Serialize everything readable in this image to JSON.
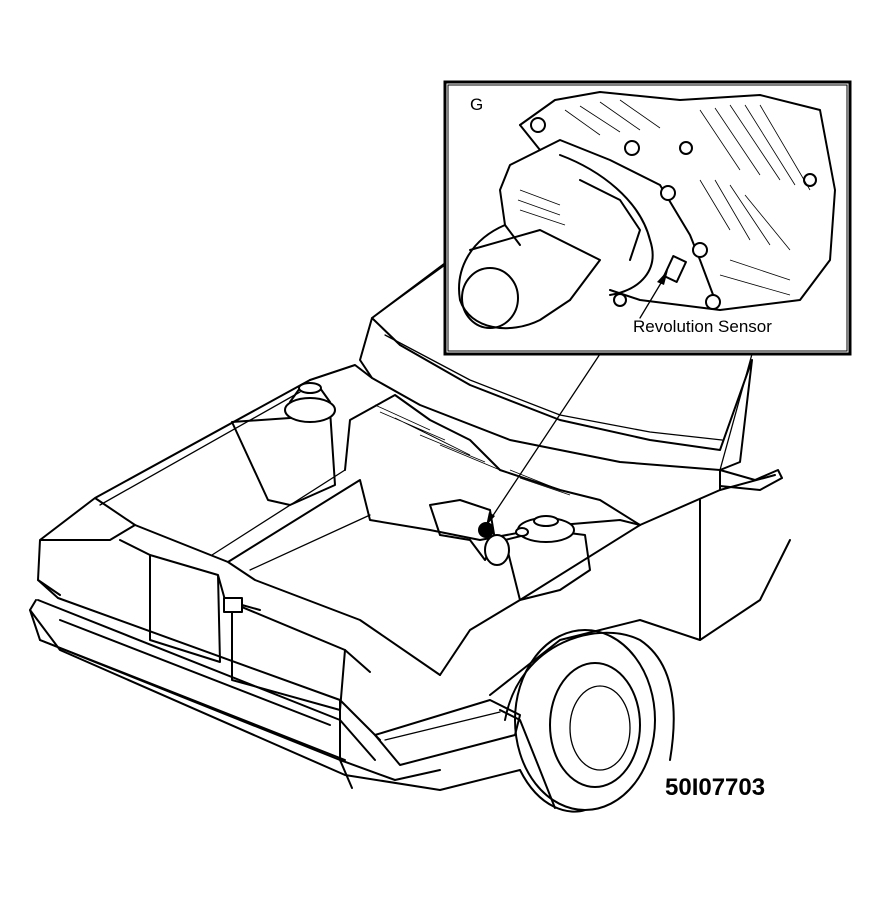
{
  "inset": {
    "view_letter": "G",
    "callout_label": "Revolution Sensor"
  },
  "figure_id": "50I07703"
}
